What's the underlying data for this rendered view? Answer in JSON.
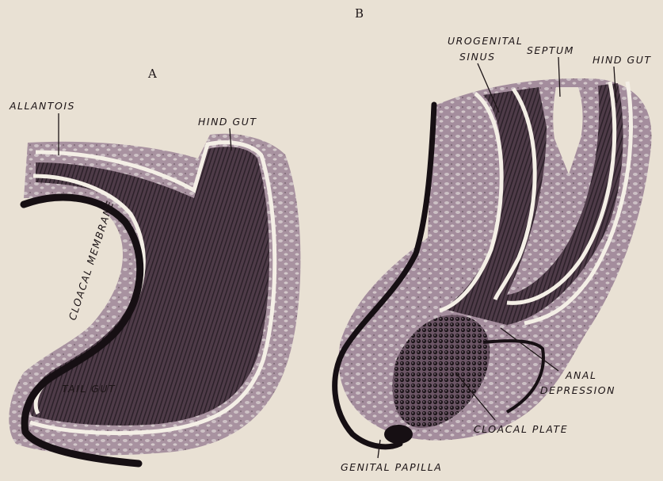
{
  "panels": {
    "A": {
      "letter": "A",
      "labels": {
        "allantois": "ALLANTOIS",
        "hind_gut": "HIND GUT",
        "cloacal_membrane": "CLOACAL MEMBRANE",
        "tail_gut": "TAIL GUT"
      }
    },
    "B": {
      "letter": "B",
      "labels": {
        "urogenital_line1": "UROGENITAL",
        "urogenital_line2": "SINUS",
        "septum": "SEPTUM",
        "hind_gut": "HIND GUT",
        "anal_line1": "ANAL",
        "anal_line2": "DEPRESSION",
        "cloacal_plate": "CLOACAL PLATE",
        "genital_papilla": "GENITAL PAPILLA"
      }
    }
  },
  "colors": {
    "paper": "#e9e1d4",
    "mesenchyme": "#9a7f94",
    "epithelium": "#3c2d36",
    "lumen_line": "#f4efe6",
    "ink": "#1c1416"
  }
}
